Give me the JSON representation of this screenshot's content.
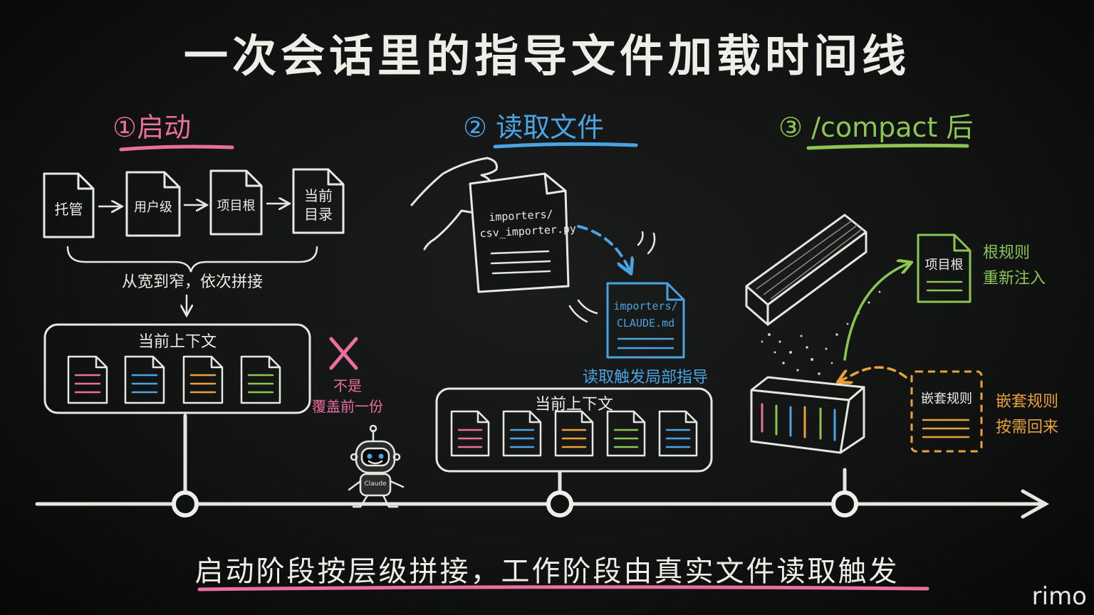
{
  "title": "一次会话里的指导文件加载时间线",
  "section1": {
    "heading": "①启动",
    "stages": [
      "托管",
      "用户级",
      "项目根",
      "当前\n目录"
    ],
    "merge_note": "从宽到窄，依次拼接",
    "context_label": "当前上下文",
    "not_note": "不是\n覆盖前一份"
  },
  "section2": {
    "heading": "② 读取文件",
    "source_file": "importers/\ncsv_importer.py",
    "target_file": "importers/\nCLAUDE.md",
    "trigger_note": "读取触发局部指导",
    "context_label": "当前上下文"
  },
  "section3": {
    "heading": "③ /compact 后",
    "root_doc": "项目根",
    "root_note": "根规则\n重新注入",
    "nested_doc": "嵌套规则",
    "nested_note": "嵌套规则\n按需回来"
  },
  "robot_badge": "Claude",
  "bottom_caption": "启动阶段按层级拼接，工作阶段由真实文件读取触发",
  "watermark": "rimo",
  "colors": {
    "pink": "#ea6f9e",
    "blue": "#4aa3e3",
    "green": "#8bc652",
    "orange": "#e9a236",
    "chalk": "#ecebe6"
  }
}
